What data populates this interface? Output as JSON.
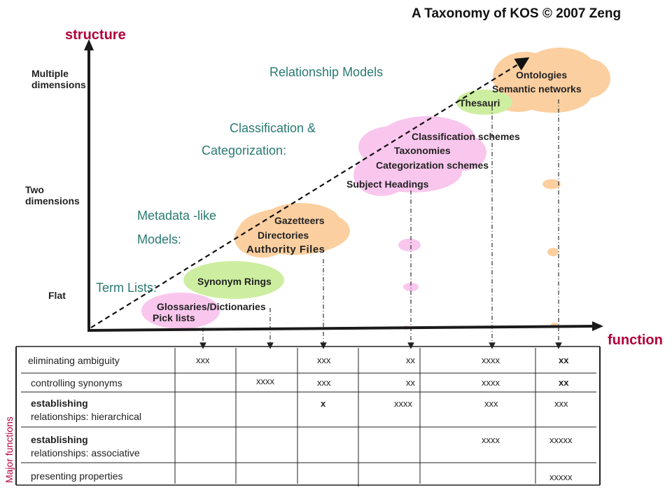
{
  "title": "A Taxonomy of KOS © 2007 Zeng",
  "axes": {
    "y_label": "structure",
    "x_label": "function"
  },
  "y_levels": [
    {
      "key": "multiple",
      "line1": "Multiple",
      "line2": "dimensions"
    },
    {
      "key": "two",
      "line1": "Two",
      "line2": "dimensions"
    },
    {
      "key": "flat",
      "line1": "Flat",
      "line2": ""
    }
  ],
  "model_groups": {
    "relationship": "Relationship Models",
    "classification_1": "Classification &",
    "classification_2": "Categorization:",
    "metadata_1": "Metadata   -like",
    "metadata_2": "Models:",
    "term_lists": "Term Lists:"
  },
  "kos_types": {
    "ontologies": "Ontologies",
    "semantic_networks": "Semantic networks",
    "thesauri": "Thesauri",
    "classification_schemes": "Classification schemes",
    "taxonomies": "Taxonomies",
    "categorization_schemes": "Categorization schemes",
    "subject_headings": "Subject Headings",
    "gazetteers": "Gazetteers",
    "directories": "Directories",
    "authority_files": "Authority Files",
    "synonym_rings": "Synonym Rings",
    "glossaries": "Glossaries/Dictionaries",
    "pick_lists": "Pick lists"
  },
  "colors": {
    "pink": "#f9c6ee",
    "orange": "#fbcfa0",
    "green": "#cdeea0",
    "axis_red": "#b0003a",
    "teal": "#2a7a72"
  },
  "table": {
    "major_functions_label": "Major functions",
    "rows": [
      {
        "label_bold": "",
        "label_rest": "eliminating ambiguity",
        "cells": [
          "xxx",
          "",
          "xxx",
          "xx",
          "xxxx",
          "xx"
        ]
      },
      {
        "label_bold": "",
        "label_rest": "controlling synonyms",
        "cells": [
          "",
          "xxxx",
          "xxx",
          "xx",
          "xxxx",
          "xx"
        ]
      },
      {
        "label_bold": "establishing",
        "label_rest": "relationships: hierarchical",
        "cells": [
          "",
          "",
          "x",
          "xxxx",
          "xxx",
          "xxx"
        ]
      },
      {
        "label_bold": "establishing",
        "label_rest": "relationships: associative",
        "cells": [
          "",
          "",
          "",
          "",
          "xxxx",
          "xxxxx"
        ]
      },
      {
        "label_bold": "",
        "label_rest": "presenting properties",
        "cells": [
          "",
          "",
          "",
          "",
          "",
          "xxxxx"
        ]
      }
    ]
  }
}
